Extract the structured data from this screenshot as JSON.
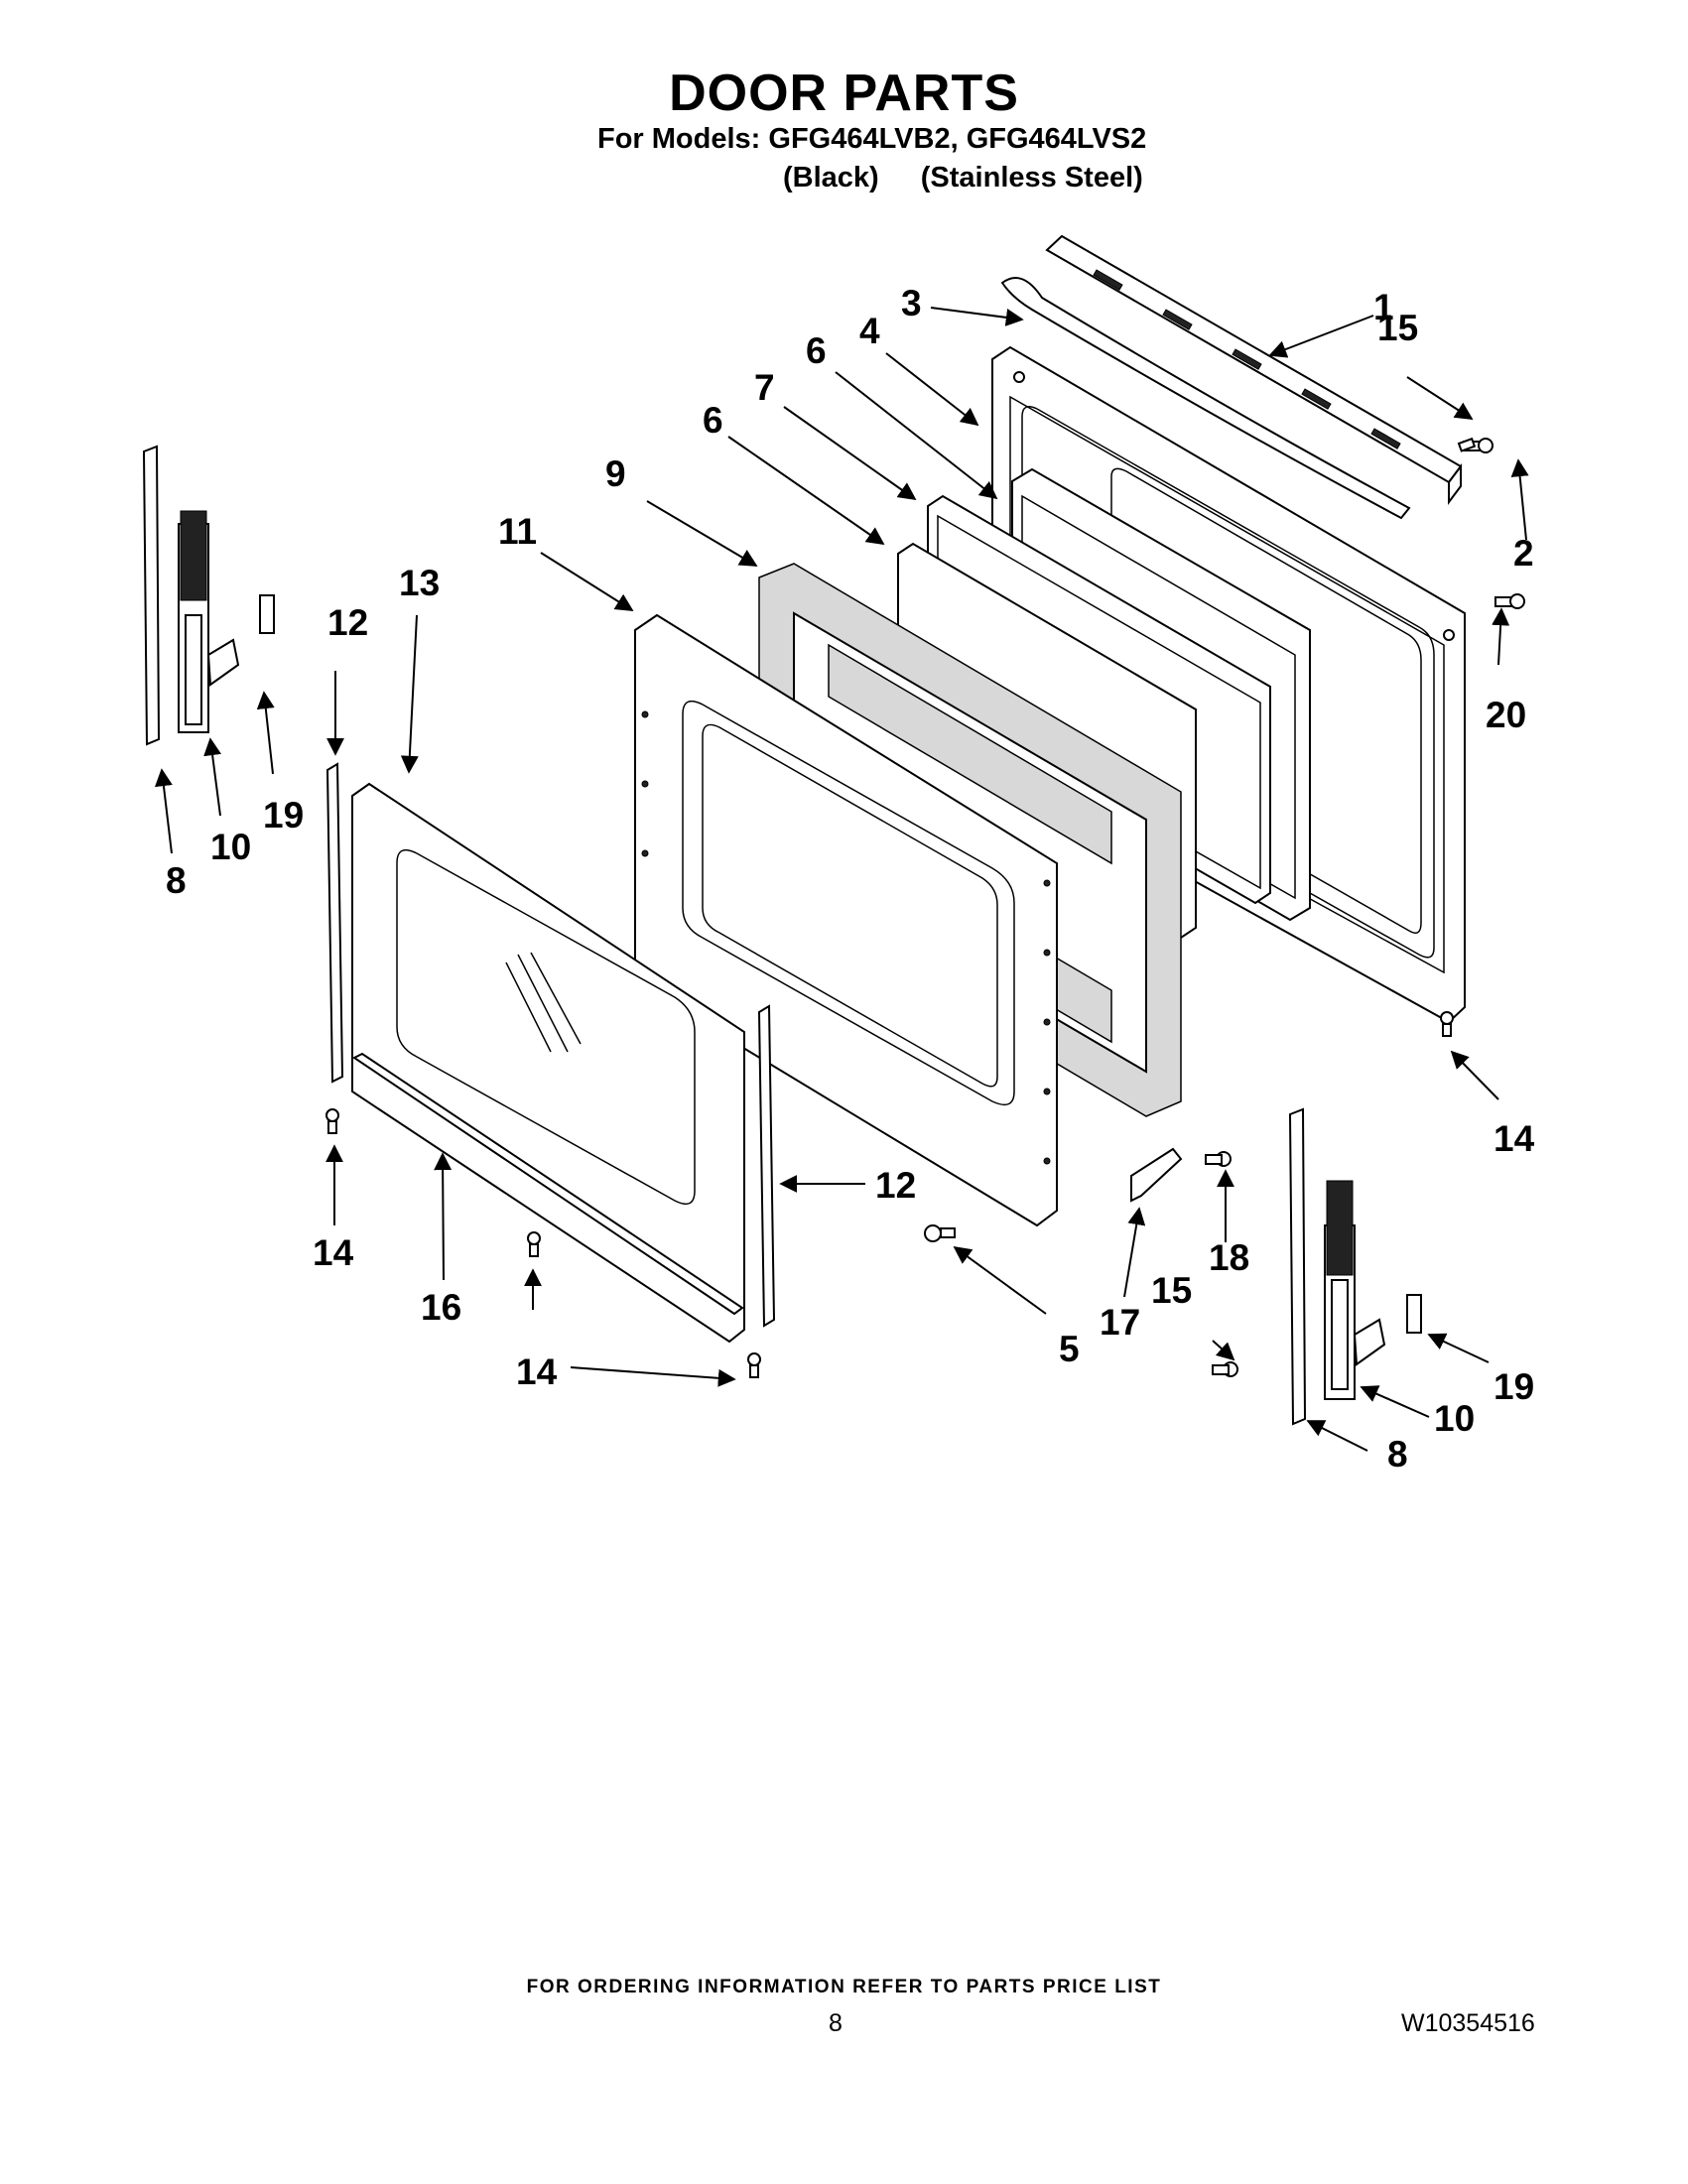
{
  "header": {
    "title": "DOOR PARTS",
    "models_line": "For Models: GFG464LVB2, GFG464LVS2",
    "color_black": "(Black)",
    "color_stainless": "(Stainless Steel)"
  },
  "callouts": {
    "c1": "1",
    "c2": "2",
    "c3": "3",
    "c4": "4",
    "c5": "5",
    "c6a": "6",
    "c6b": "6",
    "c7": "7",
    "c8a": "8",
    "c8b": "8",
    "c9": "9",
    "c10a": "10",
    "c10b": "10",
    "c11": "11",
    "c12a": "12",
    "c12b": "12",
    "c13": "13",
    "c14a": "14",
    "c14b": "14",
    "c14c": "14",
    "c14d": "14",
    "c15a": "15",
    "c15b": "15",
    "c16": "16",
    "c17": "17",
    "c18": "18",
    "c19a": "19",
    "c19b": "19",
    "c20": "20"
  },
  "footer": {
    "ordering_note": "FOR ORDERING INFORMATION REFER TO PARTS PRICE LIST",
    "page_number": "8",
    "document_number": "W10354516"
  }
}
